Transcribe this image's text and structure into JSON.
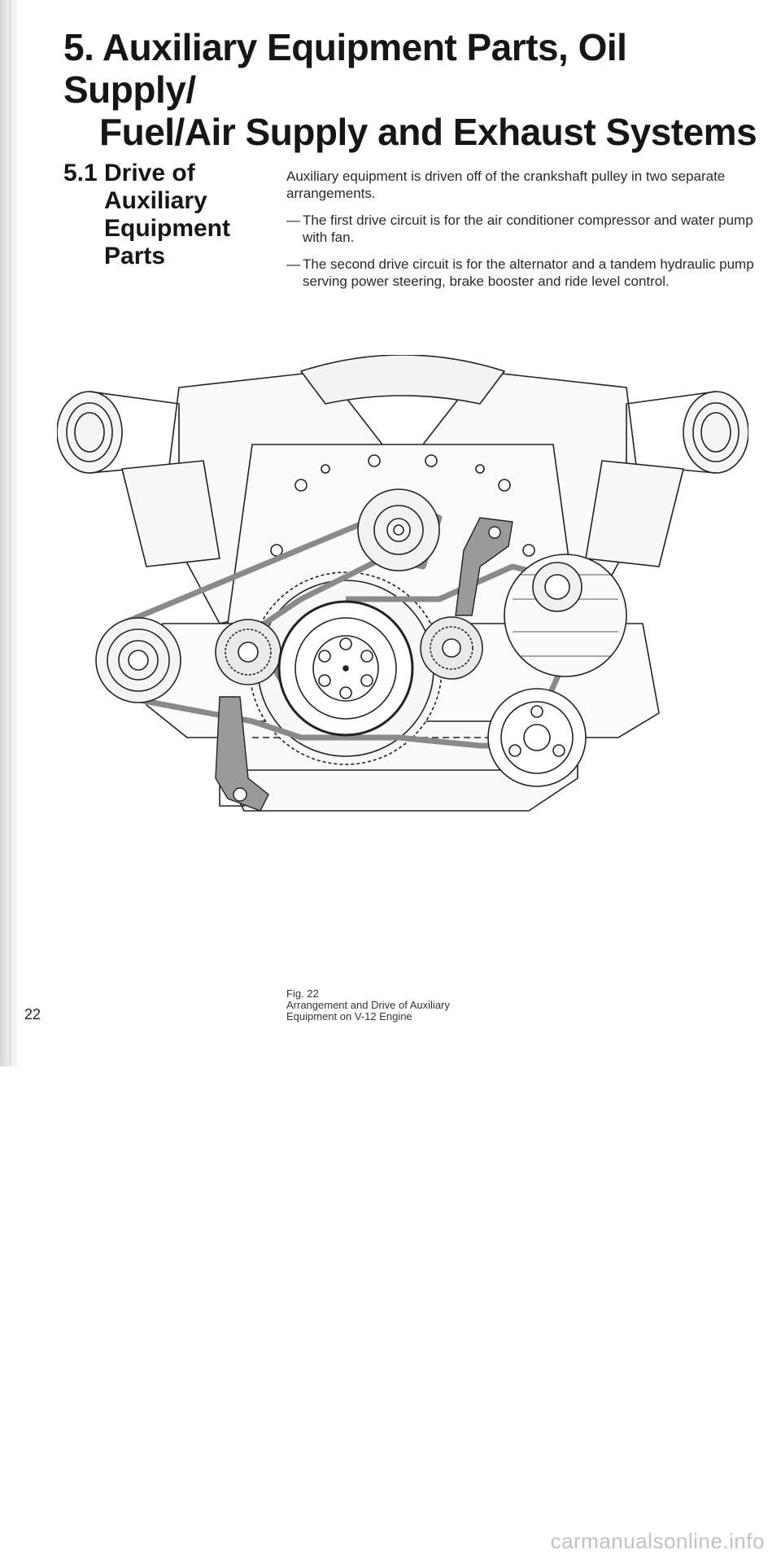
{
  "chapter": {
    "title_line1": "5. Auxiliary Equipment Parts, Oil Supply/",
    "title_line2": "Fuel/Air Supply and Exhaust Systems"
  },
  "section": {
    "number": "5.1",
    "title": "Drive of Auxiliary Equipment Parts"
  },
  "body": {
    "intro": "Auxiliary equipment is driven off of the crankshaft pulley in two separate arrangements.",
    "bullets": [
      "The first drive circuit is for the air conditioner compressor and water pump with fan.",
      "The second drive circuit is for the alternator and a tandem hydraulic pump serving power steering, brake booster and ride level control."
    ],
    "bullet_marker": "—"
  },
  "figure": {
    "label": "Fig. 22",
    "caption_line1": "Arrangement and Drive of Auxiliary",
    "caption_line2": "Equipment on V-12 Engine"
  },
  "page_number": "22",
  "watermark": "carmanualsonline.info",
  "colors": {
    "belt": "#8a8a8a",
    "line_art": "#222222",
    "bracket": "#9a9a9a"
  }
}
